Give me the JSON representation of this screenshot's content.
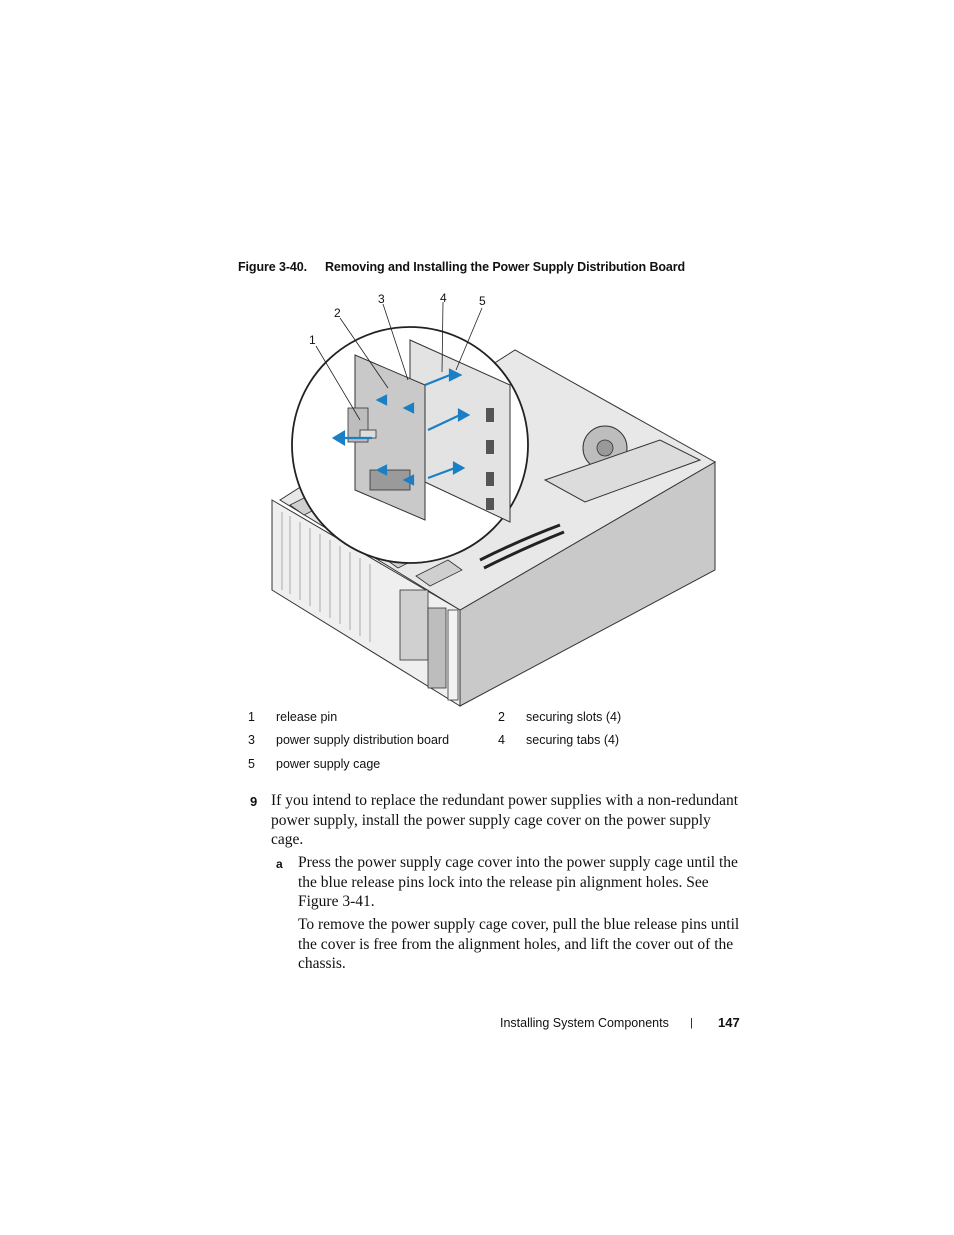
{
  "caption": {
    "label": "Figure 3-40.",
    "title": "Removing and Installing the Power Supply Distribution Board"
  },
  "callouts": [
    "1",
    "2",
    "3",
    "4",
    "5"
  ],
  "legend": [
    {
      "num": "1",
      "text": "release pin"
    },
    {
      "num": "2",
      "text": "securing slots (4)"
    },
    {
      "num": "3",
      "text": "power supply distribution board"
    },
    {
      "num": "4",
      "text": "securing tabs (4)"
    },
    {
      "num": "5",
      "text": "power supply cage"
    }
  ],
  "step9": {
    "num": "9",
    "text": "If you intend to replace the redundant power supplies with a non-redundant power supply, install the power supply cage cover on the power supply cage."
  },
  "stepa": {
    "num": "a",
    "text": "Press the power supply cage cover into the power supply cage until the the blue release pins lock into the release pin alignment holes. See Figure 3-41."
  },
  "note": {
    "text": "To remove the power supply cage cover, pull the blue release pins until the cover is free from the alignment holes, and lift the cover out of the chassis."
  },
  "footer": {
    "section": "Installing System Components",
    "separator": "|",
    "page": "147"
  },
  "colors": {
    "accent": "#1a7fc4",
    "chassis": "#d9d9d9",
    "board": "#c9c9c9"
  }
}
